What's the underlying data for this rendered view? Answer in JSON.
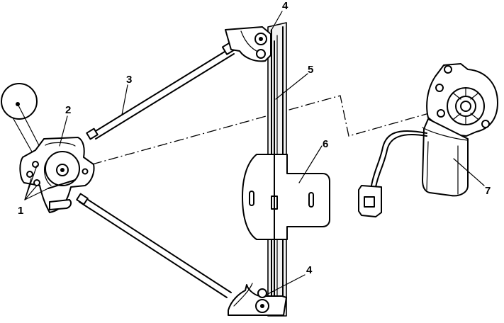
{
  "callouts": {
    "c1": "1",
    "c2": "2",
    "c3": "3",
    "c4_top": "4",
    "c4_bottom": "4",
    "c5": "5",
    "c6": "6",
    "c7": "7"
  }
}
